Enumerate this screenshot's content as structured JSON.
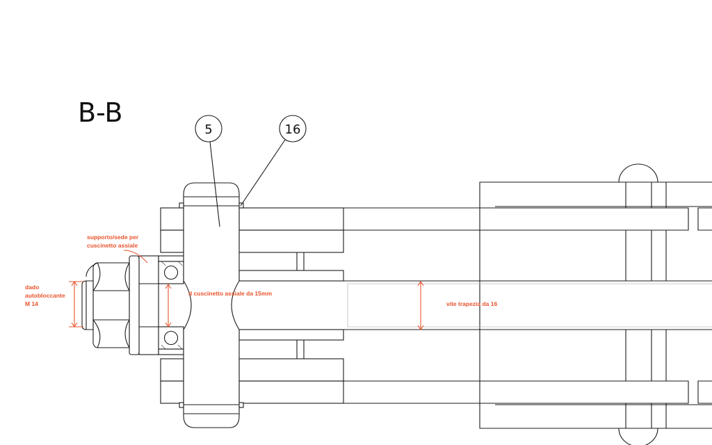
{
  "drawing": {
    "section_label": "B-B",
    "balloons": [
      {
        "id": "balloon-5",
        "label": "5"
      },
      {
        "id": "balloon-16",
        "label": "16"
      }
    ],
    "annotations": {
      "support_line1": "supporto/sede per",
      "support_line2": "cuscinetto assiale",
      "nut_line1": "dado",
      "nut_line2": "autobloccante",
      "nut_line3": "M 14",
      "bearing": "d cuscinetto assiale da 15mm",
      "screw": "vite trapezia da 16"
    },
    "colors": {
      "annotation": "#e8542e",
      "line": "#1a1a1a"
    }
  }
}
